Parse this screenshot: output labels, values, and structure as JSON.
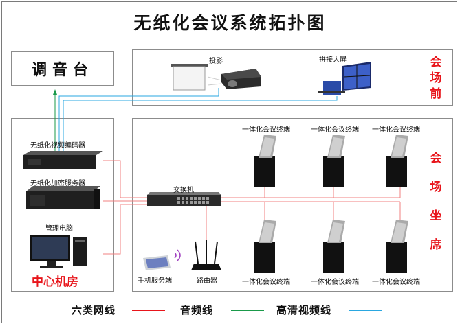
{
  "title": "无纸化会议系统拓扑图",
  "mixer": "调音台",
  "zones": {
    "front": "会场前",
    "seats": "会场坐席",
    "center": "中心机房"
  },
  "front_devices": {
    "projection": "投影",
    "video_wall": "拼接大屏"
  },
  "center_devices": {
    "encoder": "无纸化视频编码器",
    "encryption": "无纸化加密服务器",
    "pc": "管理电脑"
  },
  "network": {
    "switch": "交换机",
    "router": "路由器",
    "mobile": "手机服务端"
  },
  "terminals": [
    "一体化会议终端",
    "一体化会议终端",
    "一体化会议终端",
    "一体化会议终端",
    "一体化会议终端",
    "一体化会议终端"
  ],
  "legend": [
    {
      "label": "六类网线",
      "color": "#e8151b"
    },
    {
      "label": "音频线",
      "color": "#1a9a4a"
    },
    {
      "label": "高清视频线",
      "color": "#2aa7e0"
    }
  ]
}
